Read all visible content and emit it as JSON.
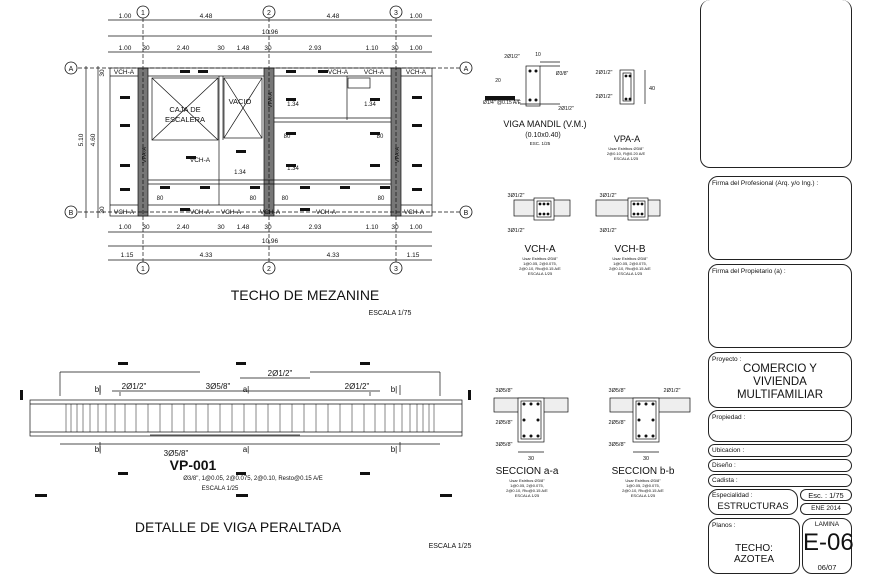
{
  "plan": {
    "title": "TECHO DE MEZANINE",
    "scale": "ESCALA 1/75",
    "axes_num": [
      "1",
      "2",
      "3"
    ],
    "axes_let": [
      "A",
      "B"
    ],
    "top_total": "10.96",
    "bot_total": "10.96",
    "top_dims_1": [
      "1.00",
      "4.48",
      "4.48",
      "1.00"
    ],
    "top_dims_2": [
      "1.00",
      "30",
      "2.40",
      "30",
      "1.48",
      "30",
      "2.93",
      "1.10",
      "30",
      "1.00"
    ],
    "bot_dims_1": [
      "1.00",
      "30",
      "2.40",
      "30",
      "1.48",
      "30",
      "2.93",
      "1.10",
      "30",
      "1.00"
    ],
    "bot_dims_2": [
      "1.15",
      "4.33",
      "4.33",
      "1.15"
    ],
    "left_dims": [
      "5.10",
      "4.60"
    ],
    "beam_labels": [
      "VCH-A",
      "VCH-A",
      "VCH-A",
      "VCH-A",
      "VCH-A",
      "VCH-A",
      "VCH-A",
      "VCH-A",
      "VCH-A",
      "VCH-A",
      "VCH-A"
    ],
    "vpa_labels": [
      "VPA-A",
      "VPA-A",
      "VPA-A"
    ],
    "stair_label": "CAJA DE\nESCALERA",
    "void_label": "VACIO",
    "inner_dims": [
      "1.34",
      "1.34",
      "80",
      "80",
      "1.34",
      "1.34",
      "80",
      "80",
      "80",
      "80"
    ],
    "side_30": "30"
  },
  "viga_mandil": {
    "title": "VIGA MANDIL (V.M.)",
    "size": "(0.10x0.40)",
    "scale": "ESC. 1/25",
    "annot": [
      "2Ø1/2\"",
      "10",
      "20",
      "Ø3/8\"",
      "2Ø1/2\"",
      "Ø1/4\" @0.15 A/E"
    ]
  },
  "vpa": {
    "title": "VPA-A",
    "annot": [
      "2Ø1/2\"",
      "2Ø1/2\"",
      "40"
    ],
    "note": "Usar Estribos Ø3/8\"\n2@0.10, R@0.20 A/E\nESCALA 1/25"
  },
  "vch_a": {
    "title": "VCH-A",
    "annot": [
      "3Ø1/2\"",
      "3Ø1/2\""
    ],
    "note": "Usar Estribos Ø3/8\"\n1@0.05, 2@0.075,\n2@0.10, Rto@0.15 A/E\nESCALA 1/25"
  },
  "vch_b": {
    "title": "VCH-B",
    "annot": [
      "3Ø1/2\"",
      "3Ø1/2\""
    ],
    "note": "Usar Estribos Ø3/8\"\n1@0.05, 2@0.075,\n2@0.10, Rto@0.15 A/E\nESCALA 1/25"
  },
  "sec_a": {
    "title": "SECCION a-a",
    "annot": [
      "3Ø5/8\"",
      "2Ø5/8\"",
      "3Ø5/8\"",
      "30"
    ],
    "note": "Usar Estribos Ø3/8\"\n1@0.05, 2@0.075,\n2@0.10, Rto@0.15 A/E\nESCALA 1/25"
  },
  "sec_b": {
    "title": "SECCION b-b",
    "annot": [
      "3Ø5/8\"",
      "2Ø1/2\"",
      "2Ø5/8\"",
      "3Ø5/8\"",
      "30"
    ],
    "note": "Usar Estribos Ø3/8\"\n1@0.05, 2@0.075,\n2@0.10, Rto@0.15 A/E\nESCALA 1/25"
  },
  "beam_detail": {
    "title": "DETALLE DE VIGA PERALTADA",
    "scale": "ESCALA 1/25",
    "vp_title": "VP-001",
    "vp_note": "Ø3/8\", 1@0.05, 2@0.075, 2@0.10, Resto@0.15 A/E",
    "vp_scale": "ESCALA 1/25",
    "top_bars": [
      "2Ø1/2\"",
      "3Ø5/8\"",
      "2Ø1/2\"",
      "2Ø1/2\""
    ],
    "bot_bars": [
      "3Ø5/8\""
    ],
    "sec_labels": [
      "b|",
      "b|",
      "a|",
      "b|",
      "b|",
      "a|"
    ]
  },
  "title_block": {
    "firma_prof": "Firma del Profesional (Arq. y/o Ing.) :",
    "firma_prop": "Firma del Propietario (a) :",
    "proyecto_lbl": "Proyecto :",
    "proyecto": "COMERCIO Y\nVIVIENDA\nMULTIFAMILIAR",
    "propiedad_lbl": "Propiedad :",
    "ubicacion_lbl": "Ubicacion    :",
    "diseno_lbl": "Diseño       :",
    "cadista_lbl": "Cadista      :",
    "especialidad_lbl": "Especialidad :",
    "especialidad": "ESTRUCTURAS",
    "esc": "Esc. : 1/75",
    "fecha": "ENE 2014",
    "planos_lbl": "Planos :",
    "planos": "TECHO:\nAZOTEA",
    "lamina_lbl": "LAMINA",
    "lamina": "E-06",
    "hoja": "06/07"
  }
}
